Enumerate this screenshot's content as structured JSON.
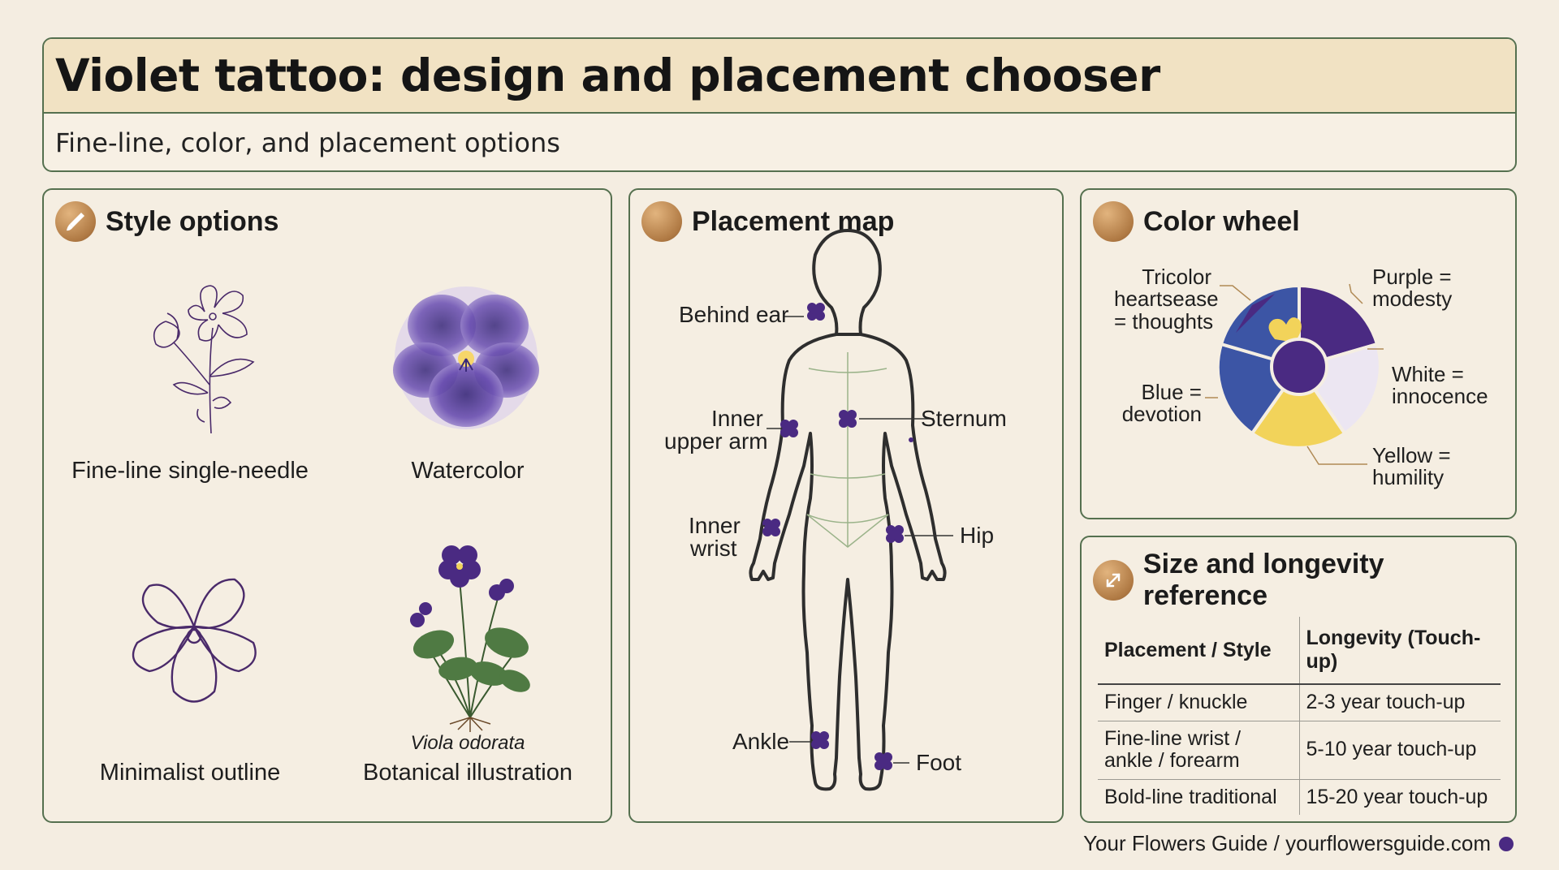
{
  "header": {
    "title": "Violet tattoo: design and placement chooser",
    "subtitle": "Fine-line, color, and placement options"
  },
  "style_panel": {
    "title": "Style options",
    "icon": "paintbrush-icon",
    "styles": [
      {
        "label": "Fine-line single-needle"
      },
      {
        "label": "Watercolor"
      },
      {
        "label": "Minimalist outline"
      },
      {
        "label": "Botanical illustration",
        "latin": "Viola odorata"
      }
    ]
  },
  "placement_panel": {
    "title": "Placement map",
    "icon": "body-icon",
    "placements": {
      "behind_ear": "Behind ear",
      "inner_upper_arm_1": "Inner",
      "inner_upper_arm_2": "upper arm",
      "inner_wrist_1": "Inner",
      "inner_wrist_2": "wrist",
      "ankle": "Ankle",
      "sternum": "Sternum",
      "hip": "Hip",
      "foot": "Foot"
    }
  },
  "color_panel": {
    "title": "Color wheel",
    "icon": "color-wheel-icon",
    "segments": [
      {
        "lines": [
          "Tricolor",
          "heartsease",
          "= thoughts"
        ],
        "color": "#3c55a5"
      },
      {
        "lines": [
          "Purple =",
          "modesty"
        ],
        "color": "#4a2a82"
      },
      {
        "lines": [
          "White =",
          "innocence"
        ],
        "color": "#ece6f2"
      },
      {
        "lines": [
          "Yellow =",
          "humility"
        ],
        "color": "#f2d35a"
      },
      {
        "lines": [
          "Blue =",
          "devotion"
        ],
        "color": "#3c55a5"
      }
    ]
  },
  "size_panel": {
    "title": "Size and longevity reference",
    "icon": "resize-icon",
    "columns": [
      "Placement / Style",
      "Longevity (Touch-up)"
    ],
    "rows": [
      [
        "Finger / knuckle",
        "2-3 year touch-up"
      ],
      [
        "Fine-line wrist /",
        "5-10 year touch-up"
      ],
      [
        "ankle / forearm",
        ""
      ],
      [
        "Bold-line traditional",
        "15-20 year touch-up"
      ]
    ]
  },
  "footer": {
    "text": "Your Flowers Guide / yourflowersguide.com"
  },
  "colors": {
    "frame": "#55704f",
    "title_band": "#f1e2c3",
    "violet": "#4a2a82",
    "background": "#f4ede1"
  }
}
